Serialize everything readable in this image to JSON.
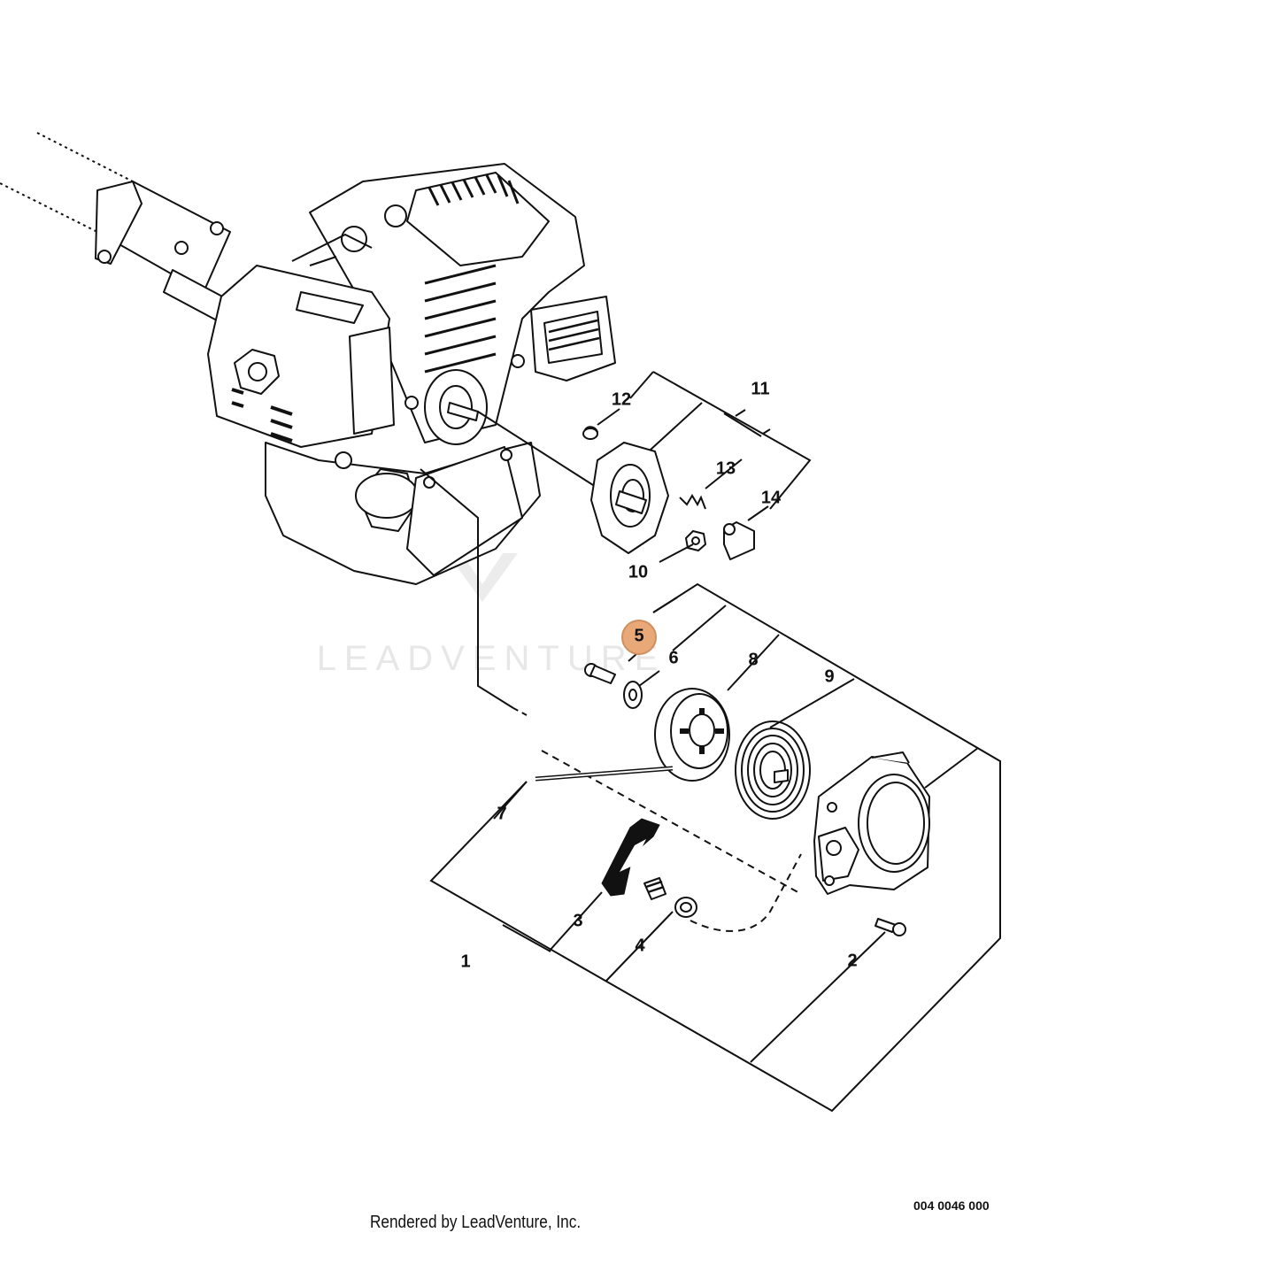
{
  "watermark": "LEADVENTURE",
  "diagram_code": "004 0046 000",
  "credit": "Rendered by LeadVenture, Inc.",
  "highlight_color": "#E8A878",
  "callouts": {
    "c1": "1",
    "c2": "2",
    "c3": "3",
    "c4": "4",
    "c5": "5",
    "c6": "6",
    "c7": "7",
    "c8": "8",
    "c9": "9",
    "c10": "10",
    "c11": "11",
    "c12": "12",
    "c13": "13",
    "c14": "14"
  }
}
